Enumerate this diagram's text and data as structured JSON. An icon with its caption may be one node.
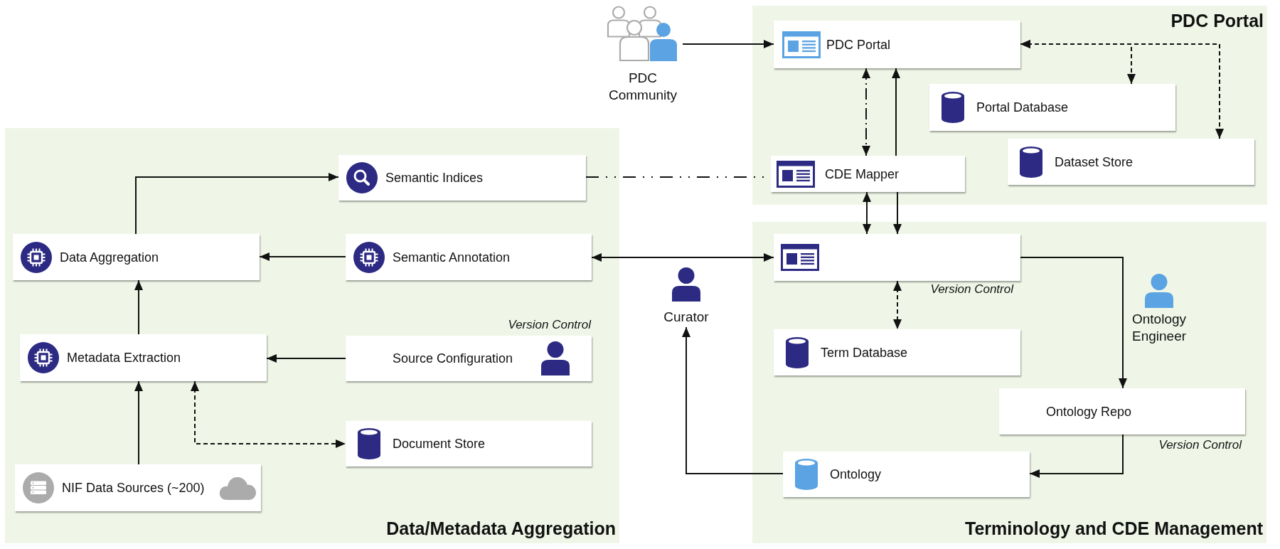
{
  "diagram": {
    "nodes": [
      {
        "text": [
          "PDC Community"
        ]
      },
      {
        "text": [
          "PDC Portal"
        ]
      },
      {
        "text": [
          "PDC Portal"
        ],
        "in": 1
      },
      {
        "text": [
          "Portal Database"
        ],
        "in": 1
      },
      {
        "text": [
          "Dataset Store"
        ],
        "in": 1
      },
      {
        "text": [
          "CDE Mapper"
        ],
        "in": 1
      },
      {
        "text": [
          "Data/Metadata Aggregation"
        ]
      },
      {
        "text": [
          "Semantic Indices"
        ],
        "in": 6
      },
      {
        "text": [
          "Data Aggregation"
        ],
        "in": 6
      },
      {
        "text": [
          "Semantic Annotation"
        ],
        "in": 6
      },
      {
        "text": [
          "Metadata Extraction"
        ],
        "in": 6
      },
      {
        "text": [
          "Source Configuration"
        ],
        "in": 6,
        "beside": [
          "Version Control"
        ]
      },
      {
        "text": [
          "Document Store"
        ],
        "in": 6
      },
      {
        "text": [
          "NIF Data Sources (~200)"
        ],
        "in": 6
      },
      {
        "text": [
          "Terminology and CDE Management"
        ]
      },
      {
        "text": [],
        "shape": "box",
        "in": 14,
        "beside": [
          "Version Control"
        ]
      },
      {
        "text": [
          "Term Database"
        ],
        "in": 14
      },
      {
        "text": [
          "Ontology Engineer"
        ],
        "in": 14
      },
      {
        "text": [
          "Ontology Repo"
        ],
        "in": 14,
        "beside": [
          "Version Control"
        ]
      },
      {
        "text": [
          "Ontology"
        ],
        "in": 14
      },
      {
        "text": [
          "Curator"
        ]
      }
    ],
    "edges": [
      {
        "from": 0,
        "to": 2,
        "arrow": "to"
      },
      {
        "from": 2,
        "to": 3,
        "arrow": "both",
        "style": "dashed"
      },
      {
        "from": 2,
        "to": 4,
        "arrow": "both",
        "style": "dashed"
      },
      {
        "from": 2,
        "to": 5,
        "arrow": "both",
        "style": "dashed"
      },
      {
        "from": 5,
        "to": 2,
        "arrow": "to"
      },
      {
        "from": 5,
        "to": 15,
        "arrow": "both"
      },
      {
        "from": 5,
        "to": 15,
        "arrow": "to"
      },
      {
        "from": 7,
        "to": 5,
        "arrow": "none",
        "style": "dashed"
      },
      {
        "from": 8,
        "to": 7,
        "arrow": "to"
      },
      {
        "from": 9,
        "to": 8,
        "arrow": "to"
      },
      {
        "from": 9,
        "to": 15,
        "arrow": "both"
      },
      {
        "from": 10,
        "to": 8,
        "arrow": "to"
      },
      {
        "from": 11,
        "to": 10,
        "arrow": "to"
      },
      {
        "from": 10,
        "to": 12,
        "arrow": "both",
        "style": "dashed"
      },
      {
        "from": 13,
        "to": 10,
        "arrow": "to"
      },
      {
        "from": 15,
        "to": 16,
        "arrow": "both",
        "style": "dashed"
      },
      {
        "from": 15,
        "to": 18,
        "arrow": "to"
      },
      {
        "from": 18,
        "to": 19,
        "arrow": "to"
      },
      {
        "from": 19,
        "to": 20,
        "arrow": "to"
      }
    ]
  }
}
